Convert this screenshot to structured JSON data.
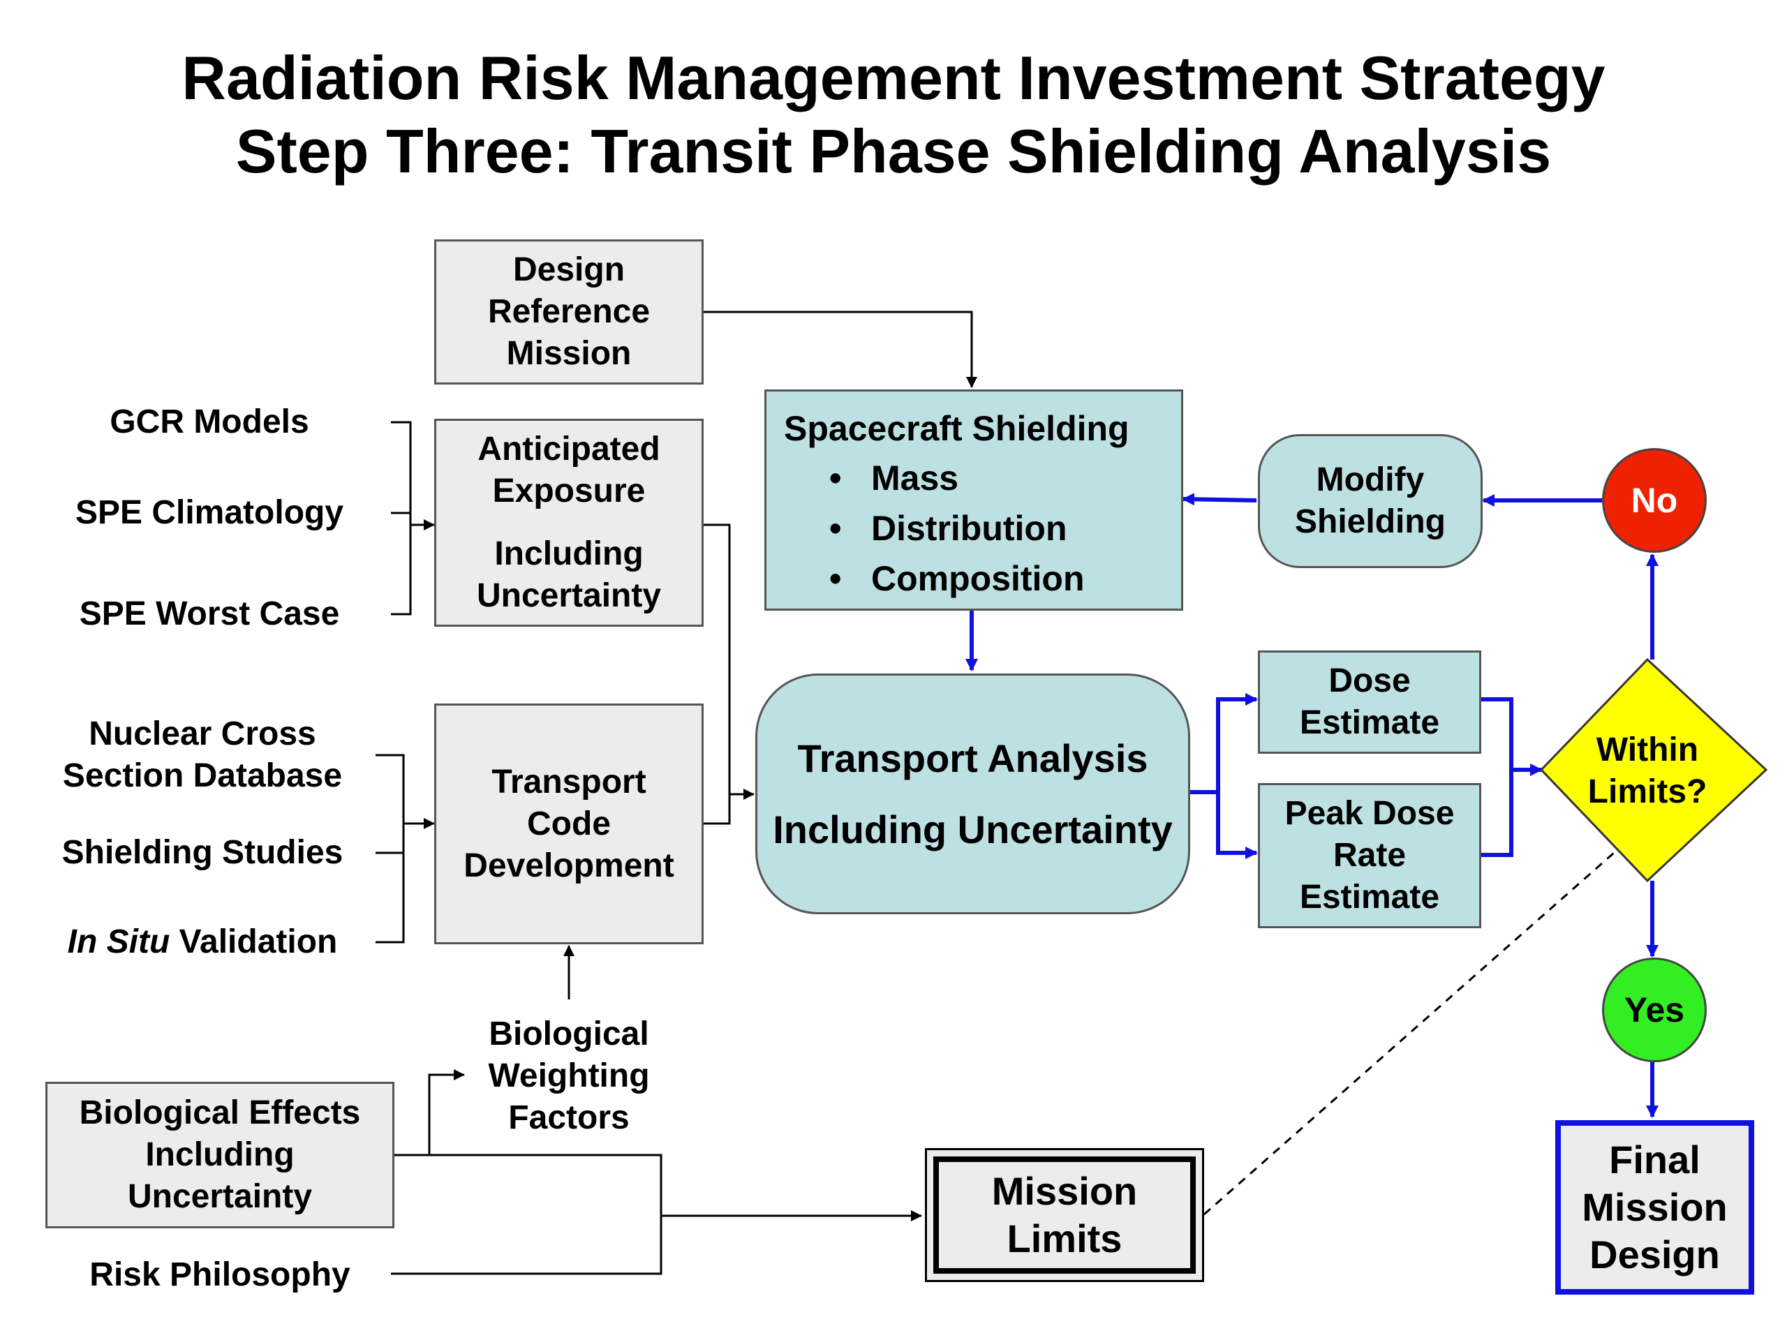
{
  "title": {
    "line1": "Radiation Risk Management Investment Strategy",
    "line2": "Step Three: Transit Phase Shielding Analysis"
  },
  "inputs_exposure": [
    "GCR Models",
    "SPE Climatology",
    "SPE Worst Case"
  ],
  "inputs_transport": {
    "nuclear": [
      "Nuclear Cross",
      "Section Database"
    ],
    "shielding": "Shielding Studies",
    "in_situ_italic": "In Situ",
    "validation": " Validation"
  },
  "boxes": {
    "design_reference_mission": [
      "Design",
      "Reference",
      "Mission"
    ],
    "anticipated_exposure": [
      "Anticipated",
      "Exposure",
      "Including",
      "Uncertainty"
    ],
    "transport_code": [
      "Transport",
      "Code",
      "Development"
    ],
    "spacecraft_shielding": {
      "heading": "Spacecraft Shielding",
      "items": [
        "Mass",
        "Distribution",
        "Composition"
      ]
    },
    "transport_analysis": [
      "Transport Analysis",
      "Including Uncertainty"
    ],
    "dose_estimate": [
      "Dose",
      "Estimate"
    ],
    "peak_dose": [
      "Peak Dose",
      "Rate",
      "Estimate"
    ],
    "modify_shielding": [
      "Modify",
      "Shielding"
    ],
    "biological_effects": [
      "Biological Effects",
      "Including",
      "Uncertainty"
    ],
    "mission_limits": [
      "Mission",
      "Limits"
    ],
    "final_design": [
      "Final",
      "Mission",
      "Design"
    ]
  },
  "biological_weighting": [
    "Biological",
    "Weighting",
    "Factors"
  ],
  "risk_philosophy": "Risk Philosophy",
  "decision": {
    "question": [
      "Within",
      "Limits?"
    ],
    "no": "No",
    "yes": "Yes"
  },
  "colors": {
    "grey_box": "#ececec",
    "teal_box": "#bde0e3",
    "blue_arrow": "#1010e0",
    "no_circle": "#ee2200",
    "yes_circle": "#33ee22",
    "decision": "#ffff00"
  }
}
